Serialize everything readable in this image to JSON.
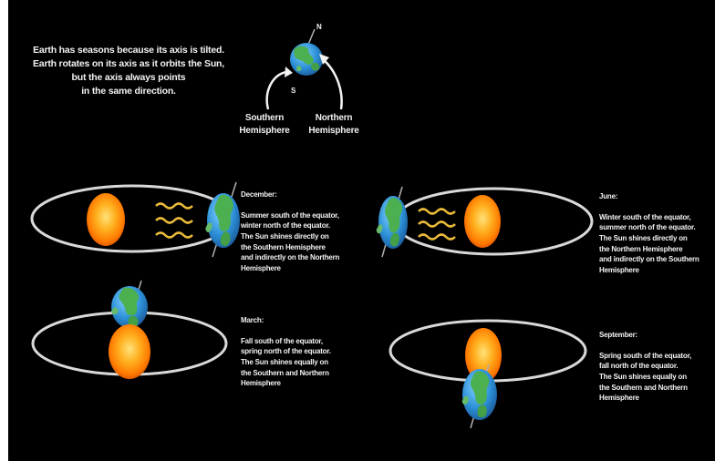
{
  "intro": {
    "text": "Earth has seasons because its axis is tilted.\nEarth rotates on its axis as it orbits the Sun,\nbut the axis always points\nin the same direction."
  },
  "hemisphere_labels": {
    "southern": "Southern\nHemisphere",
    "northern": "Northern\nHemisphere",
    "north_pole": "N",
    "south_pole": "S"
  },
  "seasons": {
    "december": {
      "title": "December:",
      "body": "Summer south of the equator,\nwinter north of the equator.\nThe Sun shines directly on\nthe Southern Hemisphere\nand indirectly on the Northern\nHemisphere"
    },
    "june": {
      "title": "June:",
      "body": "Winter south of the equator,\nsummer north of the equator.\nThe Sun shines directly on\nthe Northern Hemisphere\nand indirectly on the Southern\nHemisphere"
    },
    "march": {
      "title": "March:",
      "body": "Fall south of the equator,\nspring north of the equator.\nThe Sun shines equally on\nthe Southern and Northern\nHemisphere"
    },
    "september": {
      "title": "September:",
      "body": "Spring south of the equator,\nfall north of the equator.\nThe Sun shines equally on\nthe Southern and Northern\nHemisphere"
    }
  },
  "colors": {
    "background": "#000000",
    "orbit": "#d9d9d9",
    "sun": "#ff9a10",
    "rays": "#e9b93a",
    "ocean": "#2c8fd6",
    "land": "#4caf50",
    "axis": "#b0b0b0",
    "text": "#f2f2f2"
  },
  "icons": [
    "sun-icon",
    "earth-icon",
    "sun-rays-icon",
    "curved-arrow-icon"
  ]
}
